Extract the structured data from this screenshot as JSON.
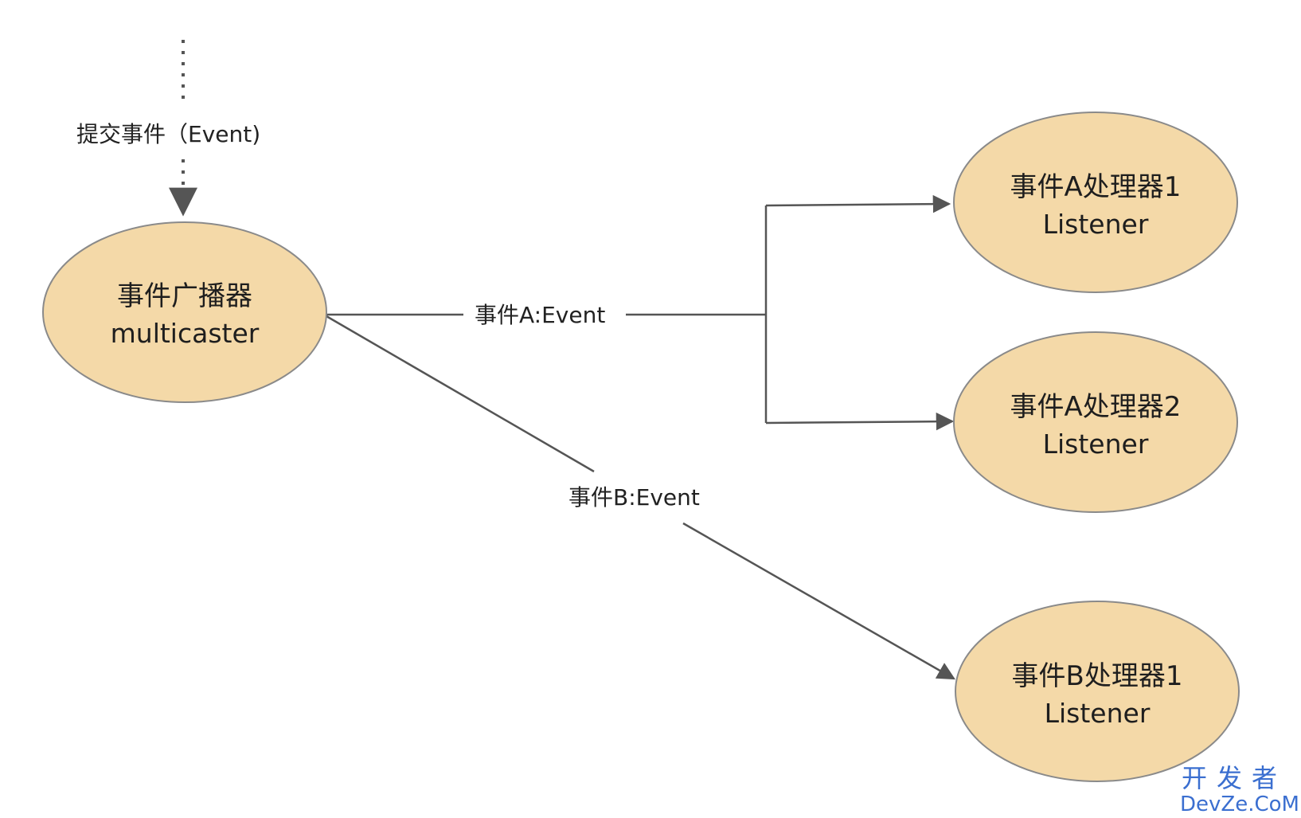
{
  "source_label": "提交事件（Event)",
  "nodes": {
    "multicaster": {
      "line1": "事件广播器",
      "line2": "multicaster"
    },
    "listener_a1": {
      "line1": "事件A处理器1",
      "line2": "Listener"
    },
    "listener_a2": {
      "line1": "事件A处理器2",
      "line2": "Listener"
    },
    "listener_b1": {
      "line1": "事件B处理器1",
      "line2": "Listener"
    }
  },
  "edges": {
    "event_a": "事件A:Event",
    "event_b": "事件B:Event"
  },
  "watermark": {
    "top": "开发者",
    "bottom": "DevZe.CoM"
  },
  "colors": {
    "node_fill": "#f4d9a8",
    "node_stroke": "#8a8a8a",
    "edge": "#555555",
    "watermark": "#3b6fd0"
  }
}
